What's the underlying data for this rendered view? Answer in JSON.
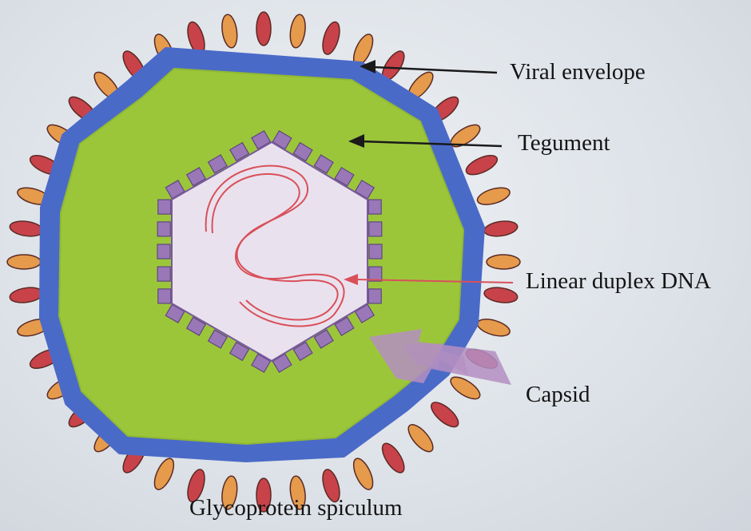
{
  "labels": {
    "viral_envelope": "Viral envelope",
    "tegument": "Tegument",
    "linear_duplex_dna": "Linear duplex DNA",
    "capsid": "Capsid",
    "glycoprotein_spiculum": "Glycoprotein spiculum"
  },
  "colors": {
    "envelope": "#4a6ac8",
    "tegument": "#9cc63a",
    "capsid_fill": "#e9e2ee",
    "capsomere": "#9a78b8",
    "dna": "#d9505a",
    "spike_red": "#c8424a",
    "spike_orange": "#e59a4c",
    "arrow_dark": "#1a1a1a",
    "arrow_capsid": "#b48ec2"
  },
  "icons": {
    "pointer_arrows": "arrow-left-icon"
  }
}
